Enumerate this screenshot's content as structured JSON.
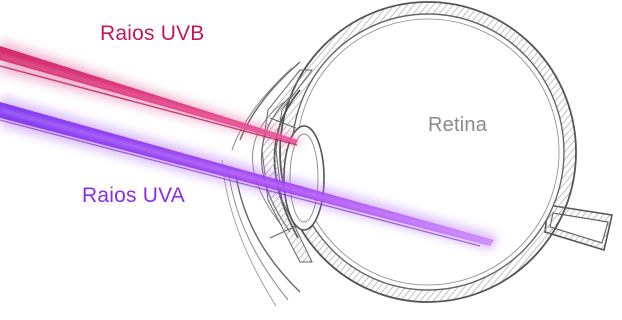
{
  "labels": {
    "uvb": "Raios UVB",
    "uva": "Raios UVA",
    "retina": "Retina"
  },
  "colors": {
    "uvb": "#c2185b",
    "uva": "#8e2de2",
    "retina_text": "#8a8a8a",
    "eye_outline": "#555555",
    "eye_hatch": "#9a9a9a"
  }
}
